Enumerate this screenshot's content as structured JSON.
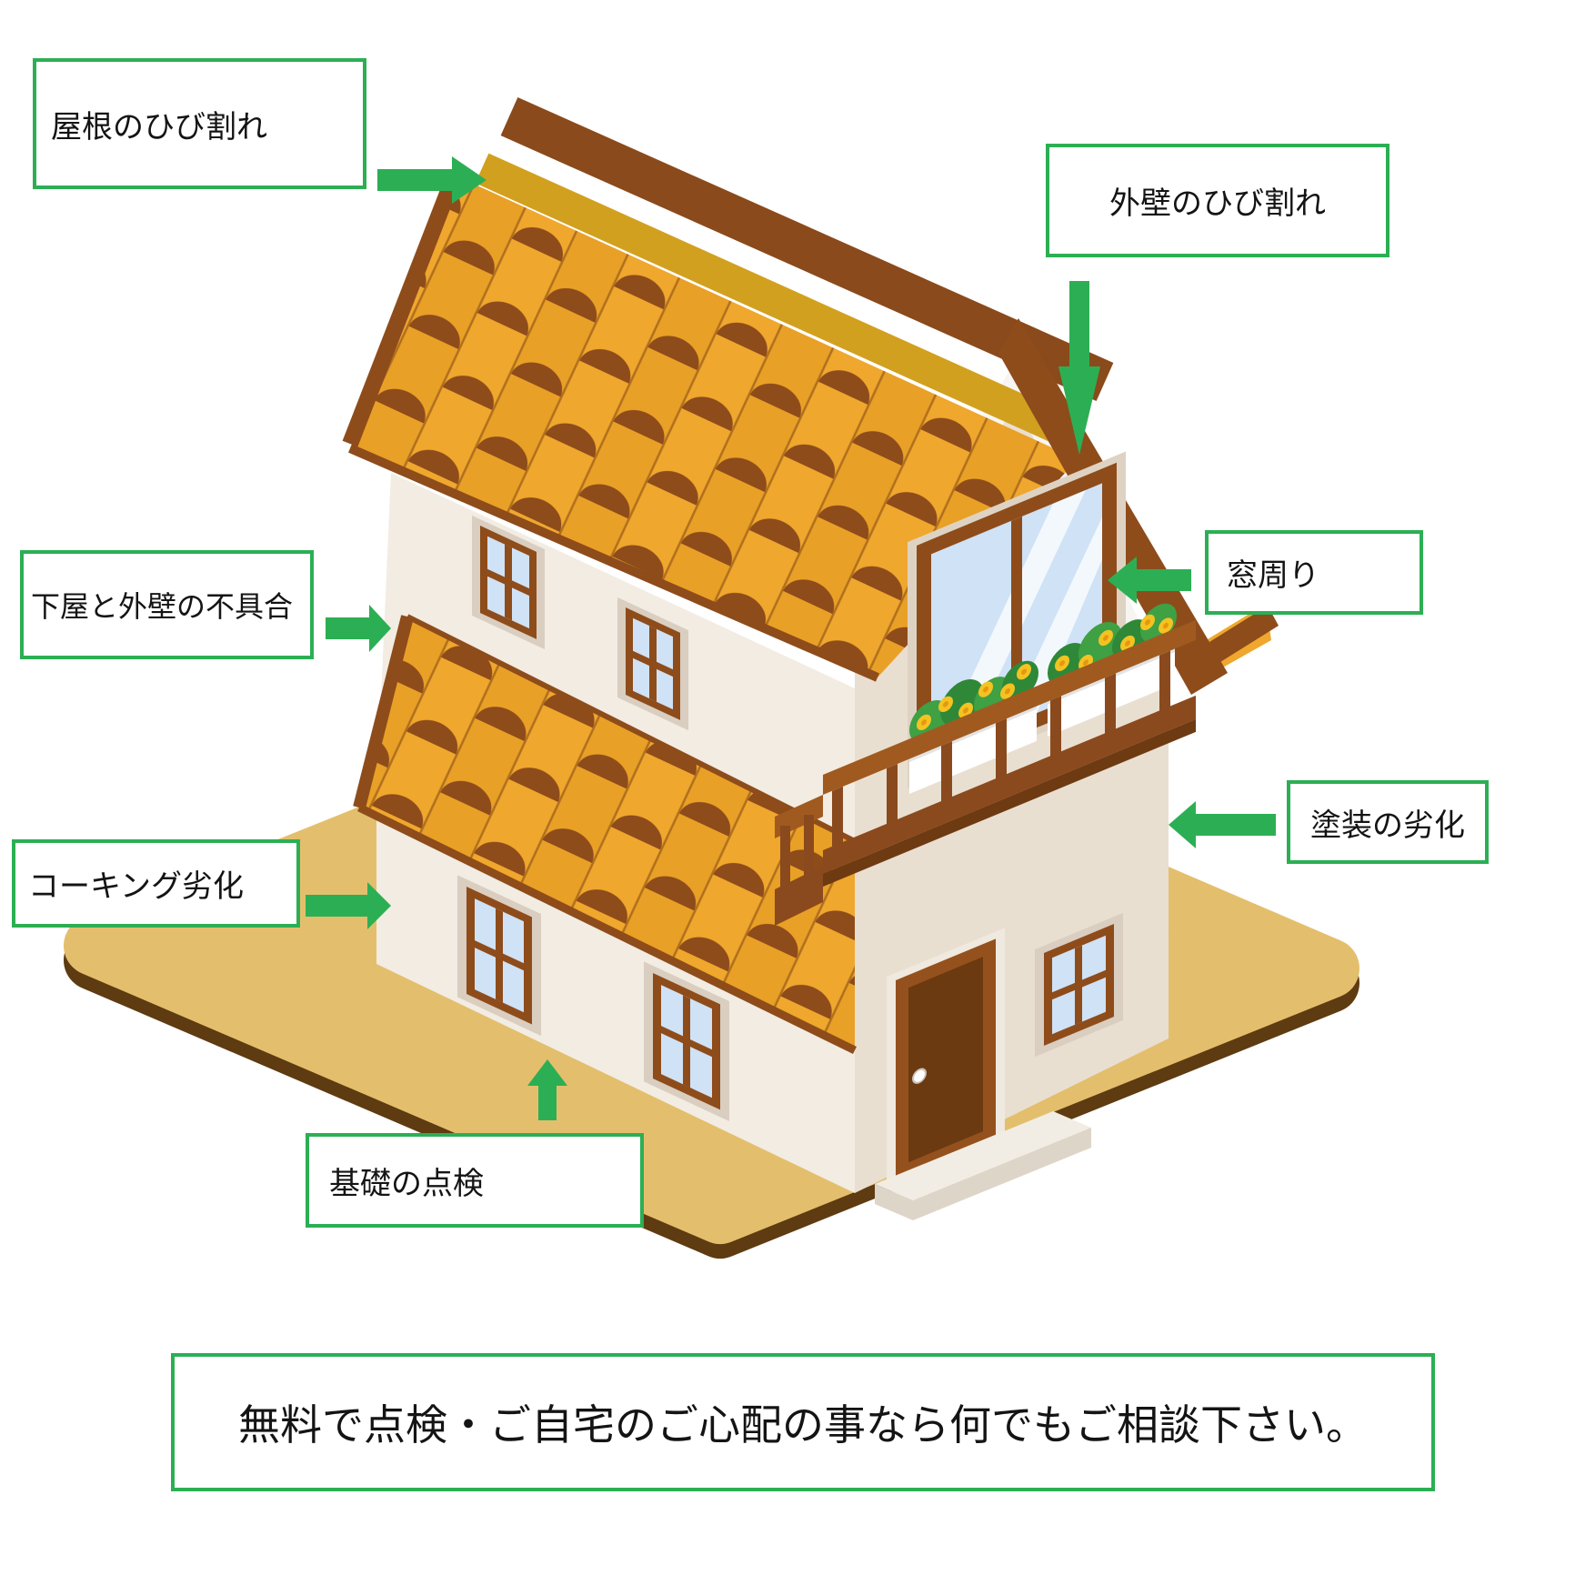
{
  "annotations": [
    {
      "id": "roof-crack",
      "text": "屋根のひび割れ",
      "arrow": "right"
    },
    {
      "id": "wall-crack",
      "text": "外壁のひび割れ",
      "arrow": "down"
    },
    {
      "id": "pent-roof",
      "text": "下屋と外壁の不具合",
      "arrow": "right"
    },
    {
      "id": "window-area",
      "text": "窓周り",
      "arrow": "left"
    },
    {
      "id": "caulking",
      "text": "コーキング劣化",
      "arrow": "right"
    },
    {
      "id": "paint",
      "text": "塗装の劣化",
      "arrow": "left"
    },
    {
      "id": "foundation",
      "text": "基礎の点検",
      "arrow": "up"
    }
  ],
  "banner": {
    "text": "無料で点検・ご自宅のご心配の事なら何でもご相談下さい。"
  },
  "colors": {
    "accent_green": "#2caf54",
    "roof_orange": "#efa72d",
    "roof_brown": "#8e4c1b",
    "ridge_yellow": "#d2a01f",
    "wall_cream": "#f2ece2",
    "wall_side": "#e9dfd0",
    "glass_blue": "#cfe2f6",
    "ground_tan": "#e3bf6d",
    "ground_edge": "#5e3b10"
  }
}
